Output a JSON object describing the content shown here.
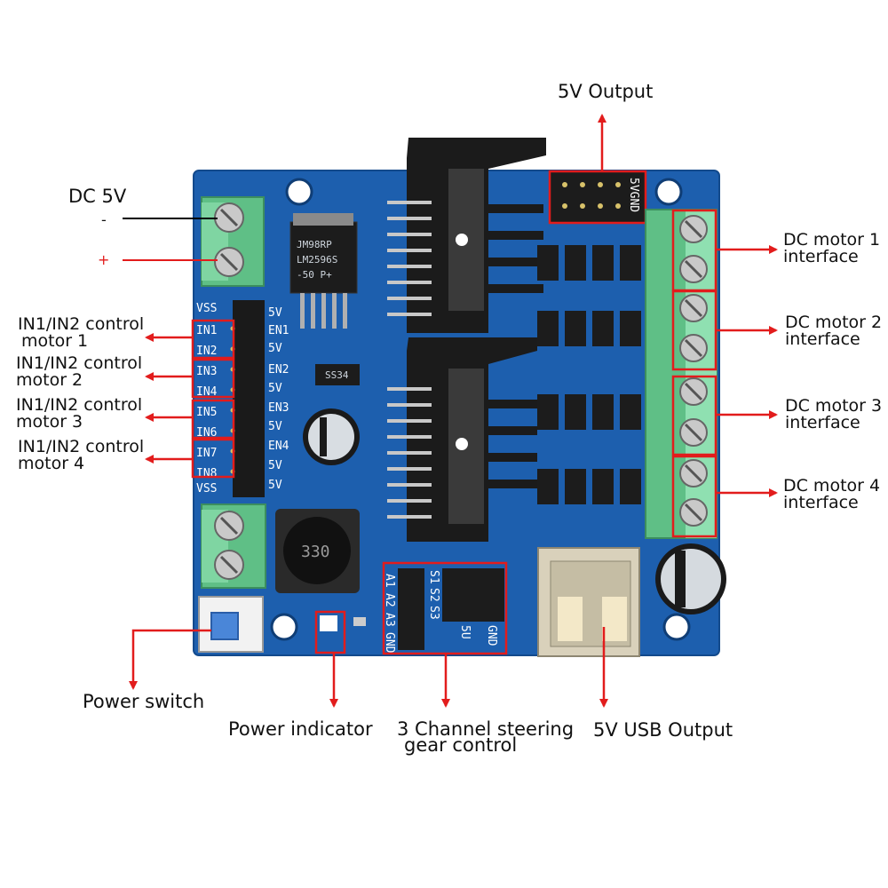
{
  "labels": {
    "dc5v": "DC 5V",
    "minus": "-",
    "plus": "+",
    "out5v": "5V Output",
    "m1a": "IN1/IN2 control",
    "m1b": "motor 1",
    "m2a": "IN1/IN2 control",
    "m2b": "motor 2",
    "m3a": "IN1/IN2 control",
    "m3b": "motor 3",
    "m4a": "IN1/IN2 control",
    "m4b": "motor 4",
    "dc1a": "DC motor 1",
    "dc1b": "interface",
    "dc2a": "DC motor 2",
    "dc2b": "interface",
    "dc3a": "DC motor 3",
    "dc3b": "interface",
    "dc4a": "DC motor 4",
    "dc4b": "interface",
    "power_switch": "Power switch",
    "power_indicator": "Power indicator",
    "steer_a": "3 Channel steering",
    "steer_b": "gear control",
    "usb_out": "5V USB Output"
  },
  "board_silkscreen": {
    "in": [
      "IN1",
      "IN2",
      "IN3",
      "IN4",
      "IN5",
      "IN6",
      "IN7",
      "IN8"
    ],
    "right": [
      "5V",
      "EN1",
      "5V",
      "EN2",
      "5V",
      "EN3",
      "5V",
      "EN4",
      "5V",
      "5V"
    ],
    "vss": "VSS",
    "header_top": "5VGND",
    "chip_line1": "JM98RP",
    "chip_line2": "LM2596S",
    "chip_line3": "-50  P+",
    "inductor": "330",
    "servo_a": [
      "A1",
      "A2",
      "A3",
      "GND"
    ],
    "servo_s": [
      "S1",
      "S2",
      "S3"
    ],
    "servo_5v": "5U",
    "servo_gnd": "GND",
    "diode": "SS34"
  },
  "colors": {
    "board": "#1d5fae",
    "arrow": "#e21c1c",
    "terminal": "#5fbf86",
    "heatsink": "#1b1b1b"
  }
}
